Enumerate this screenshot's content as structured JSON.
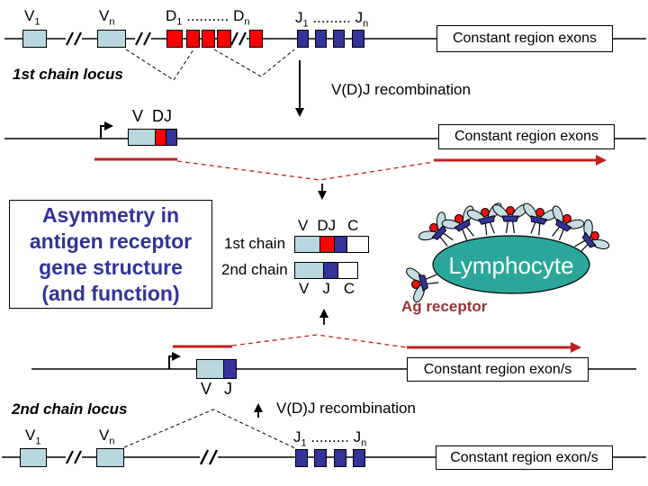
{
  "colors": {
    "v_exon_fill": "#b9d7de",
    "d_exon_fill": "#fe0000",
    "j_exon_fill": "#333399",
    "constant_exon_fill": "#ffffff",
    "mrna_red": "#c22121",
    "lymphocyte_fill": "#2aa79a",
    "lymphocyte_text": "#ffffff",
    "title_text": "#333399",
    "ag_receptor_text": "#993333",
    "background": "#ffffff"
  },
  "top_locus": {
    "v1": {
      "base": "V",
      "sub": "1"
    },
    "vn": {
      "base": "V",
      "sub": "n"
    },
    "d1": {
      "base": "D",
      "sub": "1"
    },
    "d_dots": "..........",
    "dn": {
      "base": "D",
      "sub": "n"
    },
    "j1": {
      "base": "J",
      "sub": "1"
    },
    "j_dots": ".........",
    "jn": {
      "base": "J",
      "sub": "n"
    },
    "constant_box_label": "Constant region exons",
    "locus_label": "1st chain locus"
  },
  "recombination_1": {
    "label": "V(D)J recombination"
  },
  "rearranged_1": {
    "v_label": "V",
    "dj_label": "DJ",
    "constant_box_label": "Constant region exons"
  },
  "title_box": {
    "line1": "Asymmetry in",
    "line2": "antigen receptor",
    "line3": "gene structure",
    "line4": "(and function)"
  },
  "protein_panel": {
    "top_v": "V",
    "top_dj": "DJ",
    "top_c": "C",
    "row1_label": "1st chain",
    "row2_label": "2nd chain",
    "bottom_v": "V",
    "bottom_j": "J",
    "bottom_c": "C"
  },
  "lymphocyte": {
    "label": "Lymphocyte",
    "ag_receptor_label": "Ag receptor"
  },
  "rearranged_2": {
    "v_label": "V",
    "j_label": "J",
    "constant_box_label": "Constant region exon/s"
  },
  "recombination_2": {
    "label": "V(D)J recombination",
    "locus_label": "2nd chain locus"
  },
  "bottom_locus": {
    "v1": {
      "base": "V",
      "sub": "1"
    },
    "vn": {
      "base": "V",
      "sub": "n"
    },
    "j1": {
      "base": "J",
      "sub": "1"
    },
    "j_dots": ".........",
    "jn": {
      "base": "J",
      "sub": "n"
    },
    "constant_box_label": "Constant region exon/s"
  }
}
